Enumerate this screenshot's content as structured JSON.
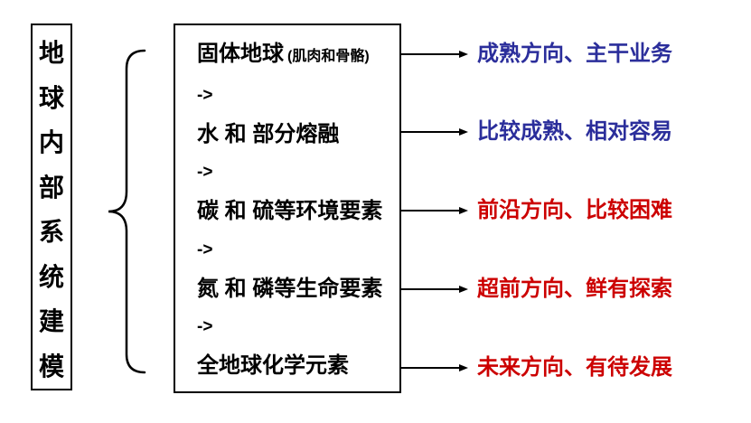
{
  "colors": {
    "blue": "#2B2E9B",
    "red": "#CC0000",
    "line": "#000000",
    "background": "#FFFFFF"
  },
  "title_box": {
    "text": "地球内部系统建模",
    "chars": [
      "地",
      "球",
      "内",
      "部",
      "系",
      "统",
      "建",
      "模"
    ]
  },
  "process_box": {
    "lines": [
      {
        "main": "固体地球",
        "note": "(肌肉和骨骼)"
      },
      {
        "main": "->"
      },
      {
        "main": "水 和 部分熔融"
      },
      {
        "main": "->"
      },
      {
        "main": "碳 和 硫等环境要素"
      },
      {
        "main": "->"
      },
      {
        "main": "氮 和 磷等生命要素"
      },
      {
        "main": "->"
      },
      {
        "main": "全地球化学元素"
      }
    ]
  },
  "outcomes": [
    {
      "label": "成熟方向、主干业务",
      "color": "#2B2E9B"
    },
    {
      "label": "比较成熟、相对容易",
      "color": "#2B2E9B"
    },
    {
      "label": "前沿方向、比较困难",
      "color": "#CC0000"
    },
    {
      "label": "超前方向、鲜有探索",
      "color": "#CC0000"
    },
    {
      "label": "未来方向、有待发展",
      "color": "#CC0000"
    }
  ]
}
